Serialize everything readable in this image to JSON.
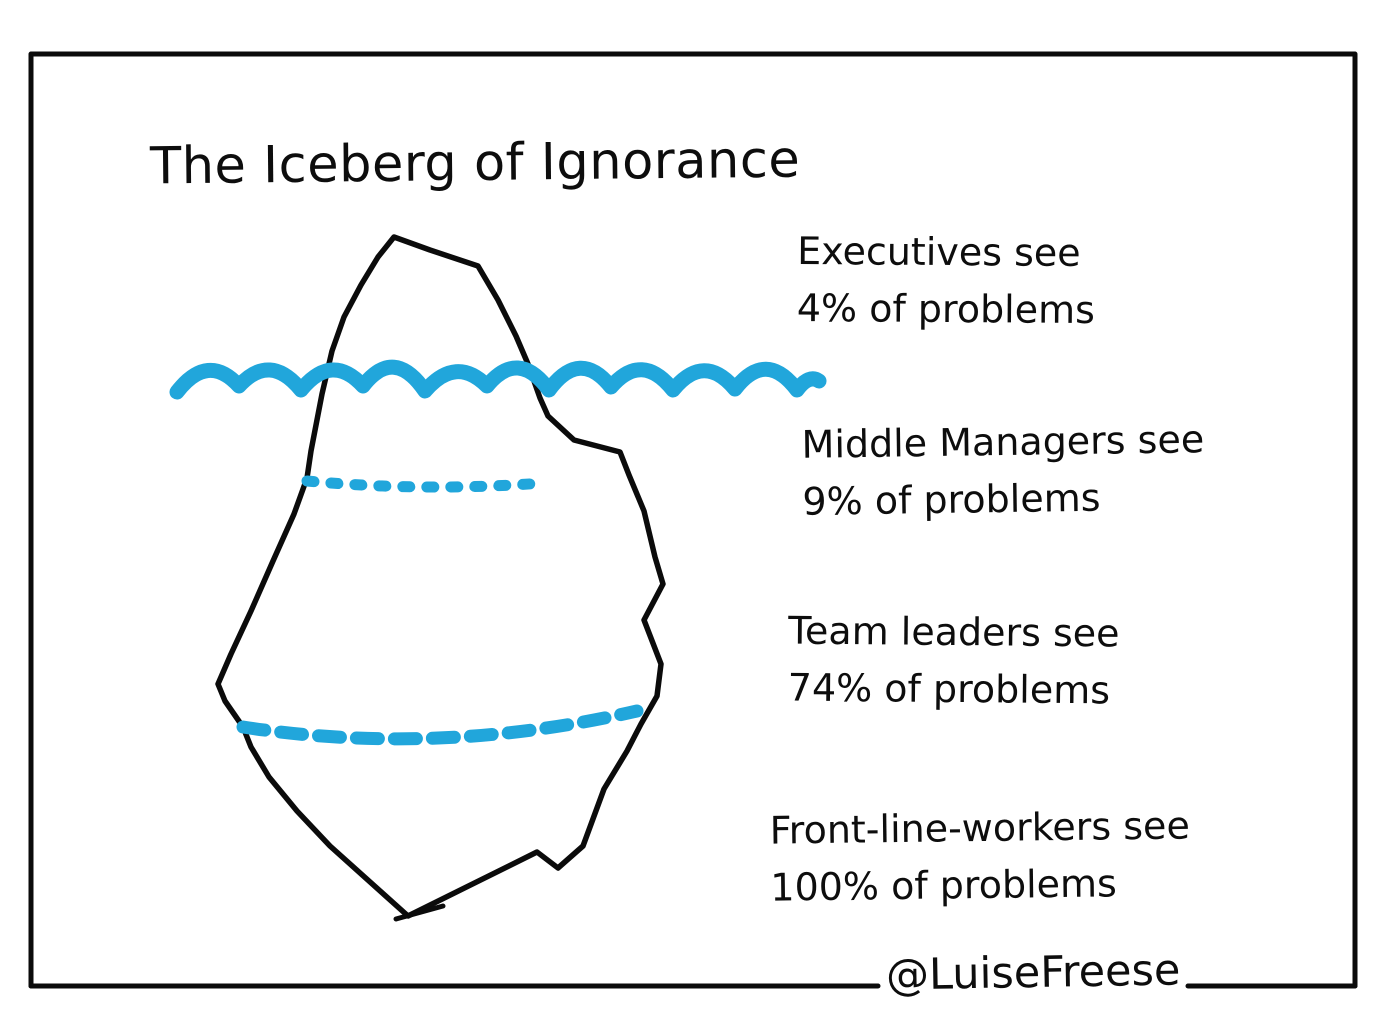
{
  "title": "The Iceberg of Ignorance",
  "annotations": [
    {
      "line1": "Executives see",
      "line2": "4% of problems"
    },
    {
      "line1": "Middle Managers see",
      "line2": "9% of problems"
    },
    {
      "line1": "Team leaders see",
      "line2": "74% of problems"
    },
    {
      "line1": "Front-line-workers see",
      "line2": "100% of problems"
    }
  ],
  "credit": "@LuiseFreese",
  "colors": {
    "ink": "#0d0d0d",
    "water_blue": "#21a6db"
  }
}
